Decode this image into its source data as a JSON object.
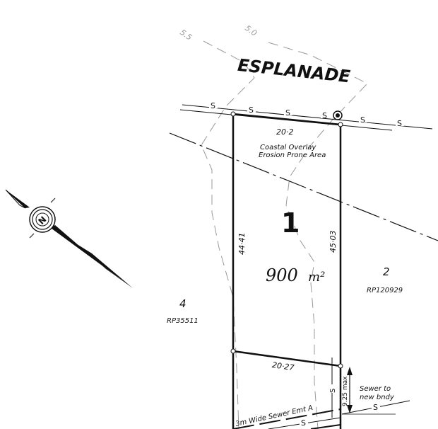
{
  "road": {
    "name": "ESPLANADE"
  },
  "contours": {
    "c1": "5.5",
    "c2": "5.0"
  },
  "lot": {
    "number": "1",
    "area_value": "900",
    "area_unit": "m²",
    "front": "20·2",
    "rear": "20·27",
    "left": "44·41",
    "right": "45·03",
    "overlay_line1": "Coastal Overlay",
    "overlay_line2": "Erosion Prone Area"
  },
  "neighbours": [
    {
      "number": "2",
      "plan": "RP120929"
    },
    {
      "number": "4",
      "plan": "RP35511"
    }
  ],
  "sewer": {
    "symbol": "S",
    "easement": "3m Wide Sewer Emt A",
    "note_line1": "Sewer to",
    "note_line2": "new bndy",
    "max_dim": "9.25 max"
  },
  "north": {
    "letter": "N"
  }
}
